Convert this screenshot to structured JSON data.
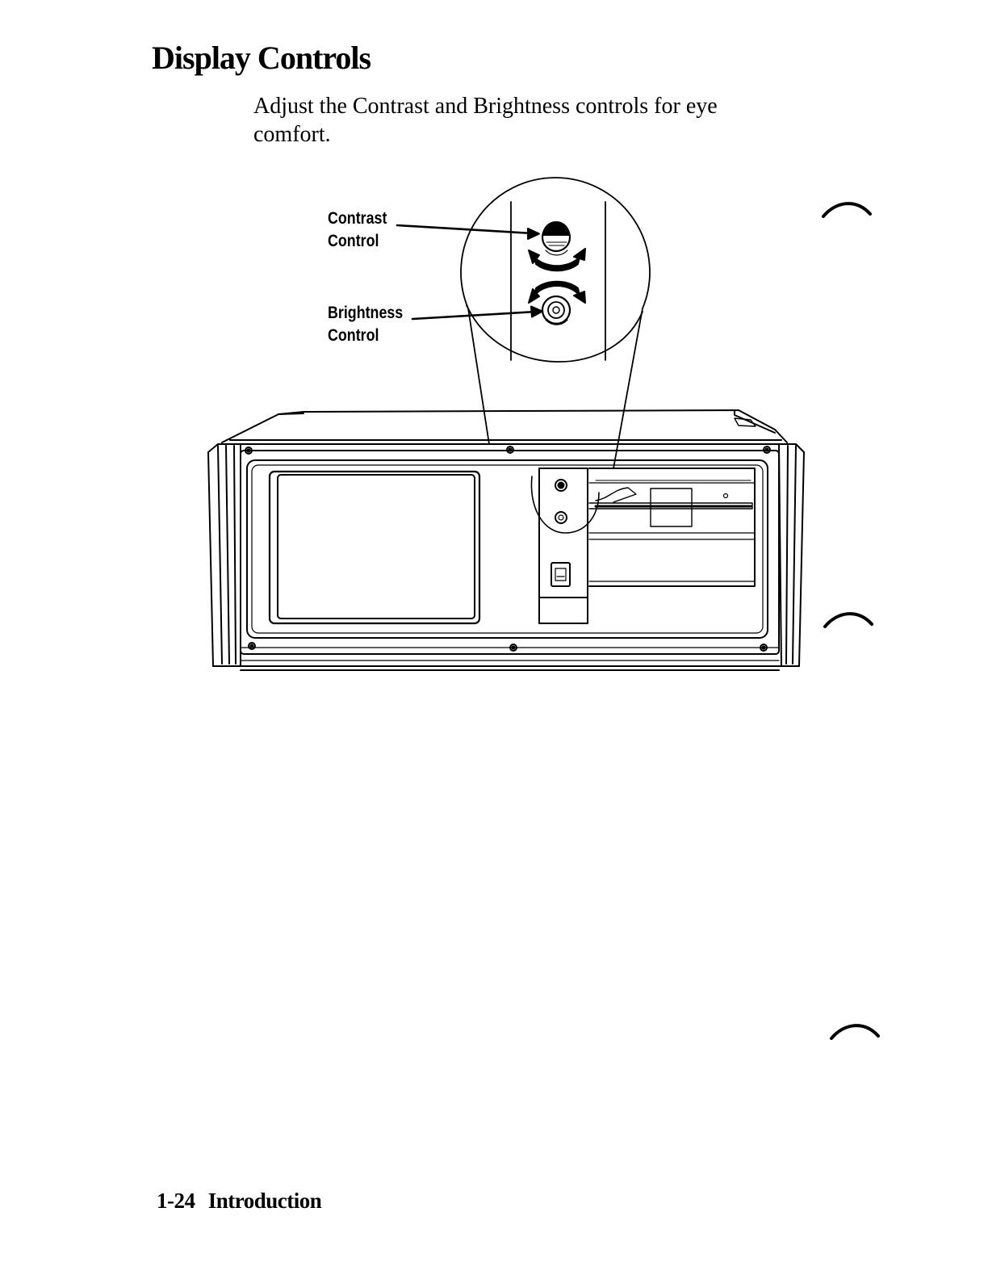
{
  "page": {
    "title": "Display Controls",
    "intro": "Adjust the Contrast and Brightness controls for eye comfort."
  },
  "figure": {
    "contrast_label": {
      "line1": "Contrast",
      "line2": "Control"
    },
    "brightness_label": {
      "line1": "Brightness",
      "line2": "Control"
    }
  },
  "footer": {
    "page_number": "1-24",
    "section": "Introduction"
  }
}
